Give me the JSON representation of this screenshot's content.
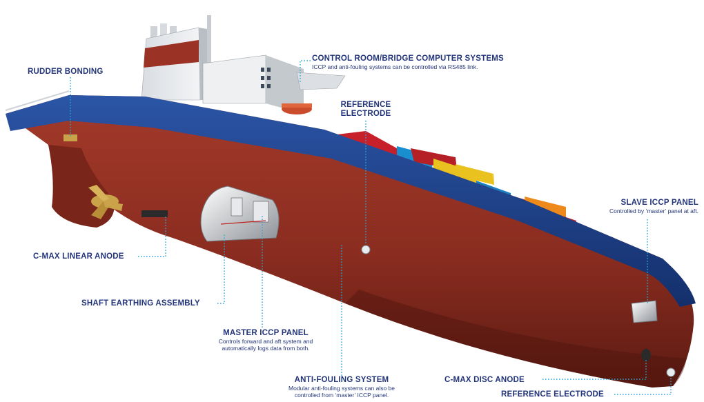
{
  "labels": {
    "rudder_bonding": {
      "title": "RUDDER BONDING"
    },
    "control_room": {
      "title": "CONTROL ROOM/BRIDGE COMPUTER SYSTEMS",
      "desc": "ICCP and anti-fouling systems can be controlled via RS485 link."
    },
    "reference_electrode_top": {
      "title": "REFERENCE",
      "title2": "ELECTRODE"
    },
    "slave_iccp": {
      "title": "SLAVE ICCP PANEL",
      "desc": "Controlled by ‘master’ panel at aft."
    },
    "cmax_linear": {
      "title": "C-MAX LINEAR ANODE"
    },
    "shaft_earthing": {
      "title": "SHAFT EARTHING ASSEMBLY"
    },
    "master_iccp": {
      "title": "MASTER ICCP PANEL",
      "desc": "Controls forward and aft system and",
      "desc2": "automatically logs data from both."
    },
    "anti_fouling": {
      "title": "ANTI-FOULING SYSTEM",
      "desc": "Modular anti-fouling systems can also be",
      "desc2": "controlled from ‘master’ ICCP panel."
    },
    "cmax_disc": {
      "title": "C-MAX DISC ANODE"
    },
    "reference_electrode_bottom": {
      "title": "REFERENCE ELECTRODE"
    }
  },
  "colors": {
    "hull_red": "#8e2f22",
    "hull_dark": "#5e1c13",
    "deck_blue": "#1d3f86",
    "callout": "#2aa6d6",
    "label_text": "#23357a"
  }
}
